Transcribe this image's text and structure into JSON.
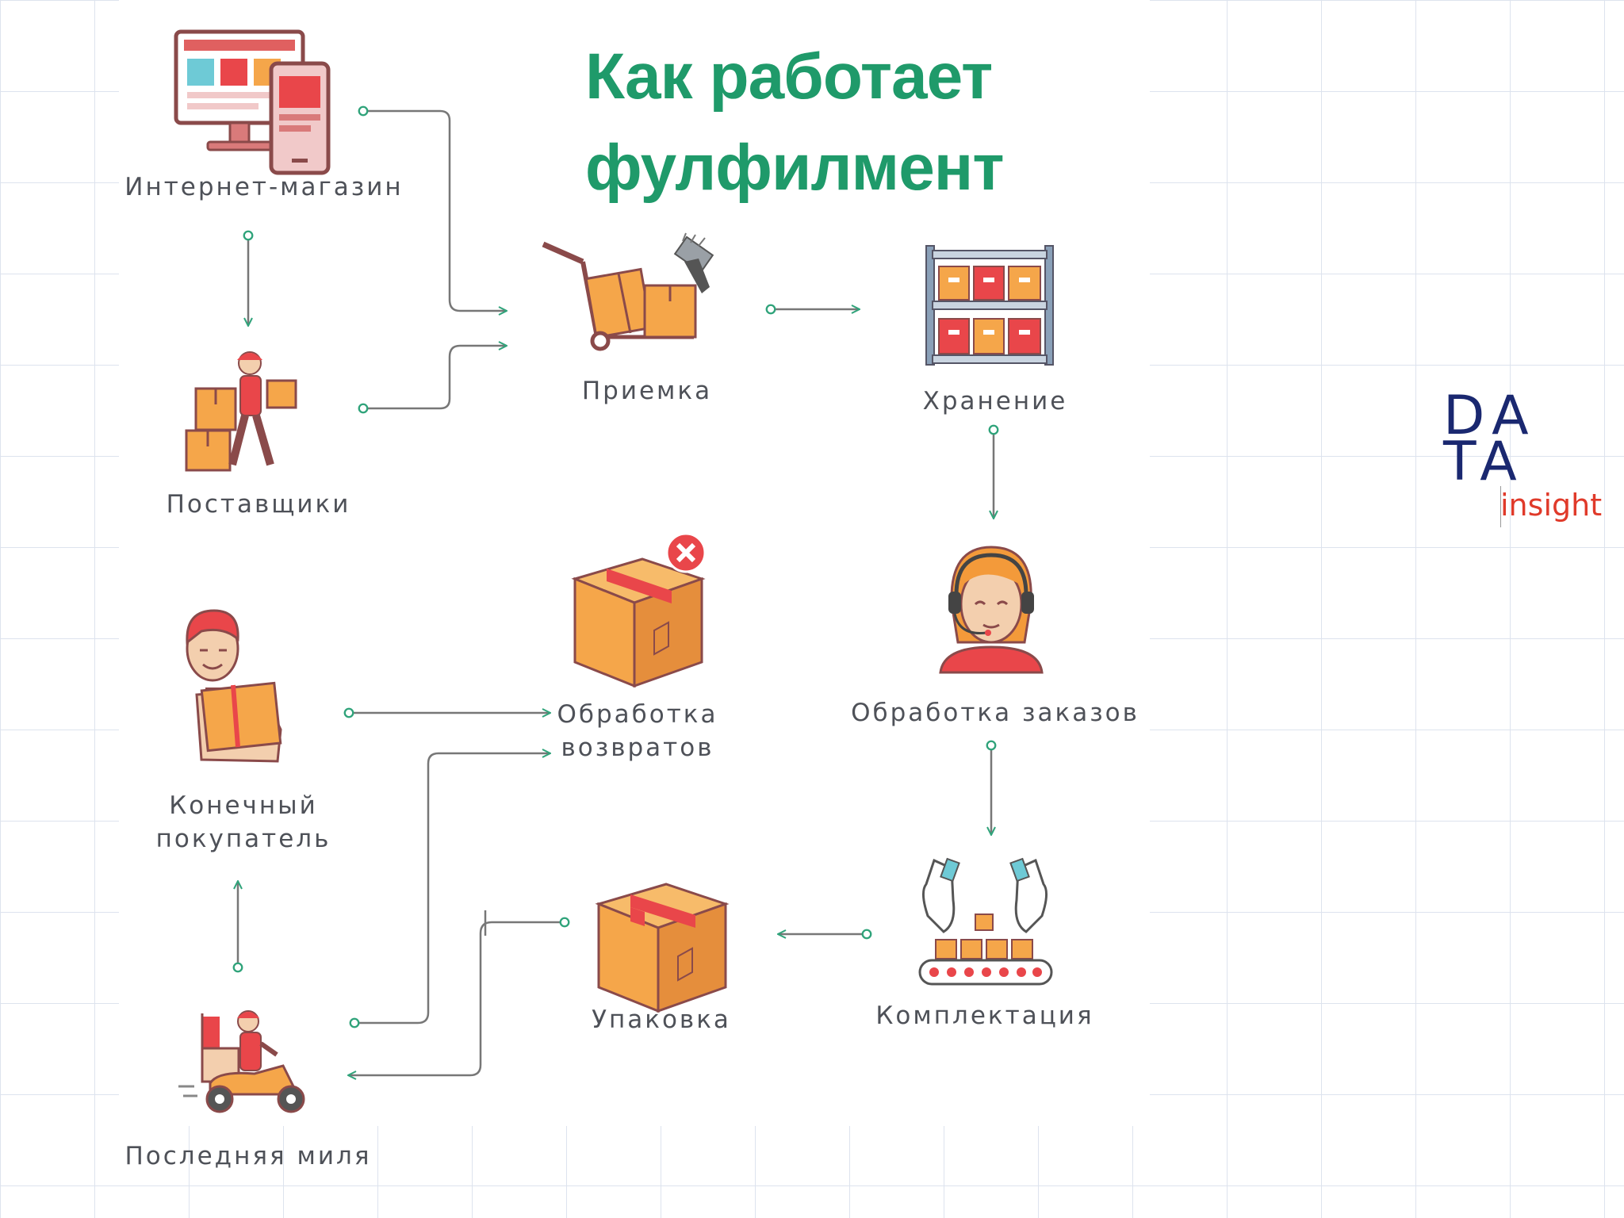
{
  "title": {
    "line1": "Как работает",
    "line2": "фулфилмент"
  },
  "nodes": {
    "shop": "Интернет-магазин",
    "suppliers": "Поставщики",
    "receiving": "Приемка",
    "storage": "Хранение",
    "orders": "Обработка заказов",
    "returns": {
      "line1": "Обработка",
      "line2": "возвратов"
    },
    "buyer": {
      "line1": "Конечный",
      "line2": "покупатель"
    },
    "packing": "Упаковка",
    "picking": "Комплектация",
    "last_mile": "Последняя миля"
  },
  "logo": {
    "line1": "DA",
    "line2": "TA",
    "word": "insight"
  },
  "icons": {
    "shop": "computer-tablet-icon",
    "suppliers": "courier-boxes-icon",
    "receiving": "cart-scanner-icon",
    "storage": "warehouse-shelf-icon",
    "orders": "operator-headset-icon",
    "returns": "returned-box-icon",
    "buyer": "customer-box-icon",
    "packing": "package-box-icon",
    "picking": "conveyor-hands-icon",
    "last_mile": "delivery-scooter-icon"
  },
  "colors": {
    "title": "#1f9a6a",
    "connector": "#777777",
    "connector_end": "#2fa37a",
    "box": "#f5a64a",
    "box_dark": "#d9873a",
    "red": "#e9464a",
    "logo_blue": "#1a2870",
    "logo_red": "#e03a2a"
  }
}
